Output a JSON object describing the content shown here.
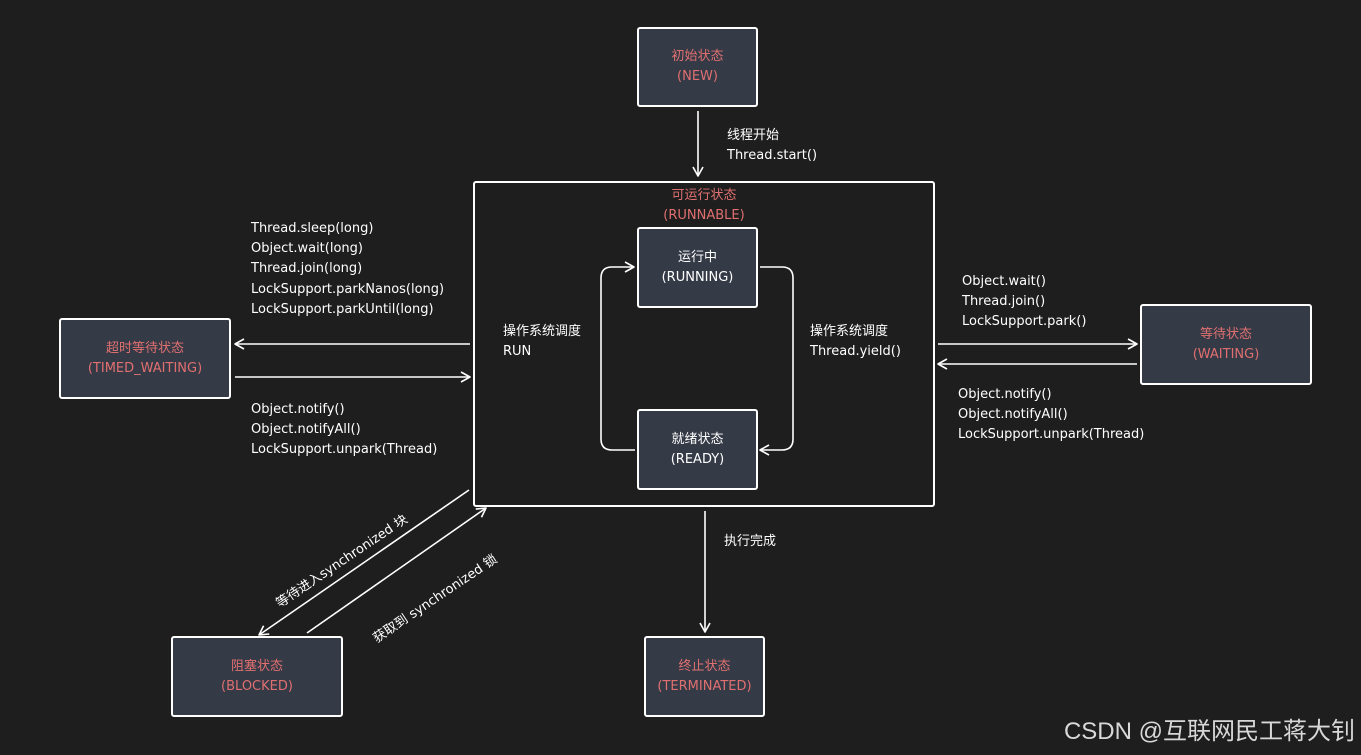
{
  "states": {
    "new": {
      "name": "初始状态",
      "code": "(NEW)"
    },
    "runnable": {
      "name": "可运行状态",
      "code": "(RUNNABLE)"
    },
    "running": {
      "name": "运行中",
      "code": "(RUNNING)"
    },
    "ready": {
      "name": "就绪状态",
      "code": "(READY)"
    },
    "timed_waiting": {
      "name": "超时等待状态",
      "code": "(TIMED_WAITING)"
    },
    "waiting": {
      "name": "等待状态",
      "code": "(WAITING)"
    },
    "blocked": {
      "name": "阻塞状态",
      "code": "(BLOCKED)"
    },
    "terminated": {
      "name": "终止状态",
      "code": "(TERMINATED)"
    }
  },
  "transitions": {
    "start": [
      "线程开始",
      "Thread.start()"
    ],
    "to_timed_waiting": [
      "Thread.sleep(long)",
      "Object.wait(long)",
      "Thread.join(long)",
      "LockSupport.parkNanos(long)",
      "LockSupport.parkUntil(long)"
    ],
    "from_timed_waiting": [
      "Object.notify()",
      "Object.notifyAll()",
      "LockSupport.unpark(Thread)"
    ],
    "to_waiting": [
      "Object.wait()",
      "Thread.join()",
      "LockSupport.park()"
    ],
    "from_waiting": [
      "Object.notify()",
      "Object.notifyAll()",
      "LockSupport.unpark(Thread)"
    ],
    "schedule_run": [
      "操作系统调度",
      "RUN"
    ],
    "schedule_yield": [
      "操作系统调度",
      "Thread.yield()"
    ],
    "finish": "执行完成",
    "enter_sync": "等待进入synchronized 块",
    "acquire_sync": "获取到 synchronized 锁"
  },
  "watermark": "CSDN @互联网民工蒋大钊",
  "colors": {
    "background": "#1e1e1e",
    "box_fill": "#353a47",
    "state_text": "#e07070",
    "line": "#ffffff"
  }
}
